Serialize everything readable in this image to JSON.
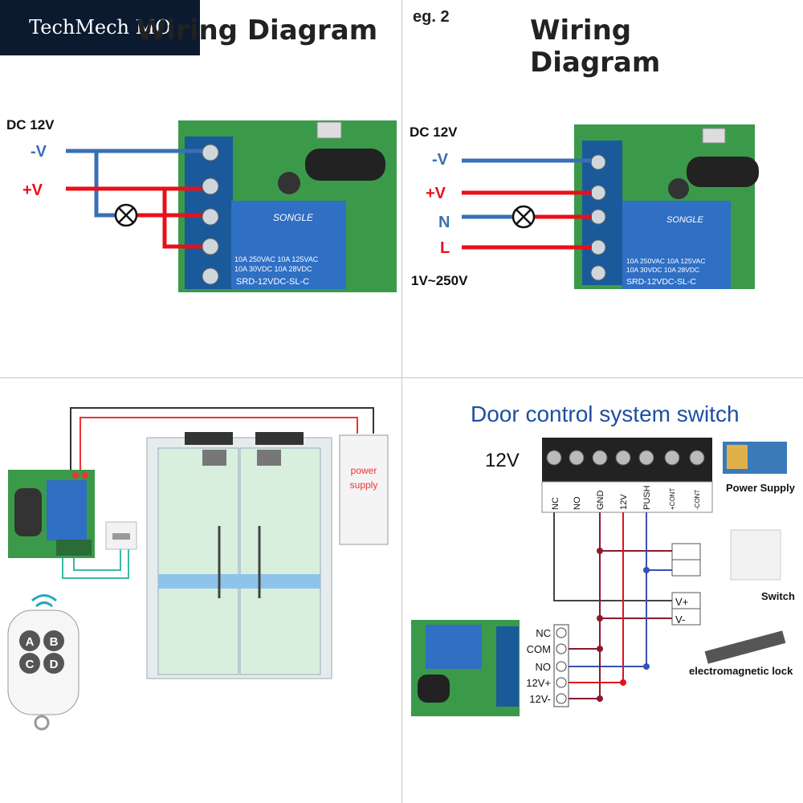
{
  "watermark": "TechMech MO",
  "q1": {
    "title": "Wiring Diagram",
    "supply": "DC 12V",
    "neg": "-V",
    "pos": "+V",
    "relay_brand": "SONGLE",
    "relay_spec1": "10A 250VAC  10A 125VAC",
    "relay_spec2": "10A  30VDC  10A  28VDC",
    "relay_model": "SRD-12VDC-SL-C"
  },
  "q2": {
    "example": "eg. 2",
    "title": "Wiring Diagram",
    "supply": "DC 12V",
    "neg": "-V",
    "pos": "+V",
    "n": "N",
    "l": "L",
    "range": "1V~250V",
    "relay_brand": "SONGLE",
    "relay_spec1": "10A 250VAC  10A 125VAC",
    "relay_spec2": "10A  30VDC  10A  28VDC",
    "relay_model": "SRD-12VDC-SL-C"
  },
  "q3": {
    "psu_label_line1": "power",
    "psu_label_line2": "supply",
    "remote_buttons": [
      "A",
      "B",
      "C",
      "D"
    ]
  },
  "q4": {
    "title": "Door control system switch",
    "voltage": "12V",
    "terminals": [
      "NC",
      "NO",
      "GND",
      "12V",
      "PUSH",
      "+CONT",
      "-CONT"
    ],
    "power_supply": "Power Supply",
    "switch": "Switch",
    "lock": "electromagnetic lock",
    "vplus": "V+",
    "vminus": "V-",
    "relay_terms": [
      "NC",
      "COM",
      "NO",
      "12V+",
      "12V-"
    ]
  },
  "colors": {
    "red": "#e8101a",
    "blue": "#3a6fb5",
    "maroon": "#8b1a2e",
    "pcb_green": "#3a9a4a",
    "relay_blue": "#2f6fc4",
    "title_blue": "#1e4fa0"
  }
}
